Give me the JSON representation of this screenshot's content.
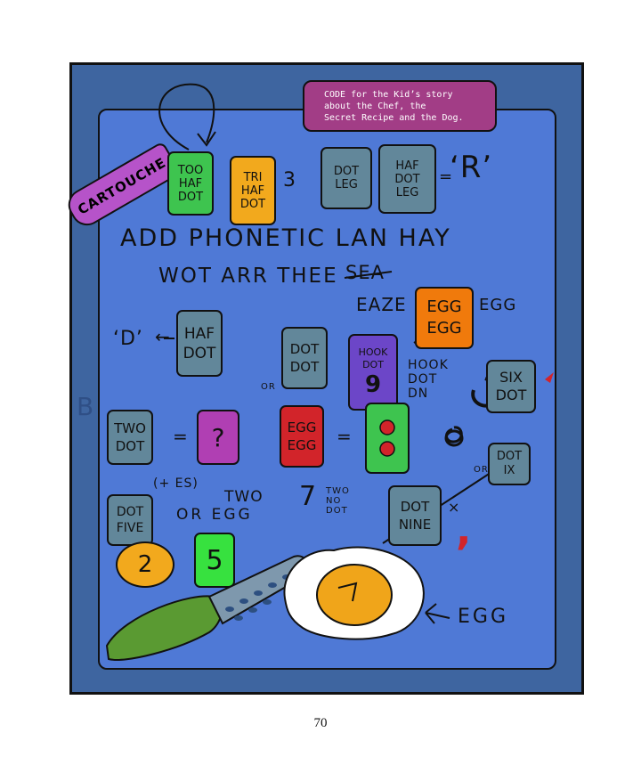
{
  "banner": {
    "line1": "CODE for the Kid’s story",
    "line2": "about the Chef, the",
    "line3": "Secret Recipe and the Dog."
  },
  "cartouche_label": "CARTOUCHE",
  "row1": {
    "tile1": [
      "TOO",
      "HAF",
      "DOT"
    ],
    "tile2": [
      "TRI",
      "HAF",
      "DOT"
    ],
    "num3": "3",
    "tile3": [
      "DOT",
      "LEG"
    ],
    "tile4": [
      "HAF",
      "DOT",
      "LEG"
    ],
    "equals": "=",
    "result": "‘R’"
  },
  "phonetic_line": "ADD PHONETIC LAN HAY",
  "question_line": "WOT ARR THEE",
  "struck_word": "SEA",
  "row2": {
    "eaze": "EAZE",
    "egg_tile": [
      "EGG",
      "EGG"
    ],
    "egg_word": "EGG",
    "d_label": "‘D’",
    "arrow": "←",
    "haf_dot_tile": [
      "HAF",
      "DOT"
    ],
    "dot_dot_tile": [
      "DOT",
      "DOT"
    ],
    "or": "OR",
    "hook_tile": [
      "HOOK",
      "DOT",
      "9"
    ],
    "hook_dot_dn": [
      "HOOK",
      "DOT",
      "DN"
    ],
    "six_tile": [
      "SIX",
      "DOT"
    ]
  },
  "side_letter": "B",
  "row3": {
    "two_dot_tile": [
      "TWO",
      "DOT"
    ],
    "eq1": "=",
    "question_mark": "?",
    "egg_egg_tile": [
      "EGG",
      "EGG"
    ],
    "eq2": "="
  },
  "row4": {
    "plus_es": "(+ ES)",
    "dot_five_tile": [
      "DOT",
      "FIVE"
    ],
    "or_egg": "OR EGG",
    "two_over": "TWO",
    "seven": "7",
    "two_no_dot": [
      "TWO",
      "NO",
      "DOT"
    ],
    "dot_nine_tile": [
      "DOT",
      "NINE"
    ],
    "x_mark": "×",
    "or2": "OR",
    "dot_ix_tile": [
      "DOT",
      "IX"
    ],
    "five_digit": "5",
    "two_digit": "2",
    "comma": ","
  },
  "egg_label": "EGG",
  "page_number": "70",
  "colors": {
    "frame": "#3e65a0",
    "inner": "#4f79d6",
    "banner": "#a23d86",
    "yolk": "#f0a51a"
  }
}
